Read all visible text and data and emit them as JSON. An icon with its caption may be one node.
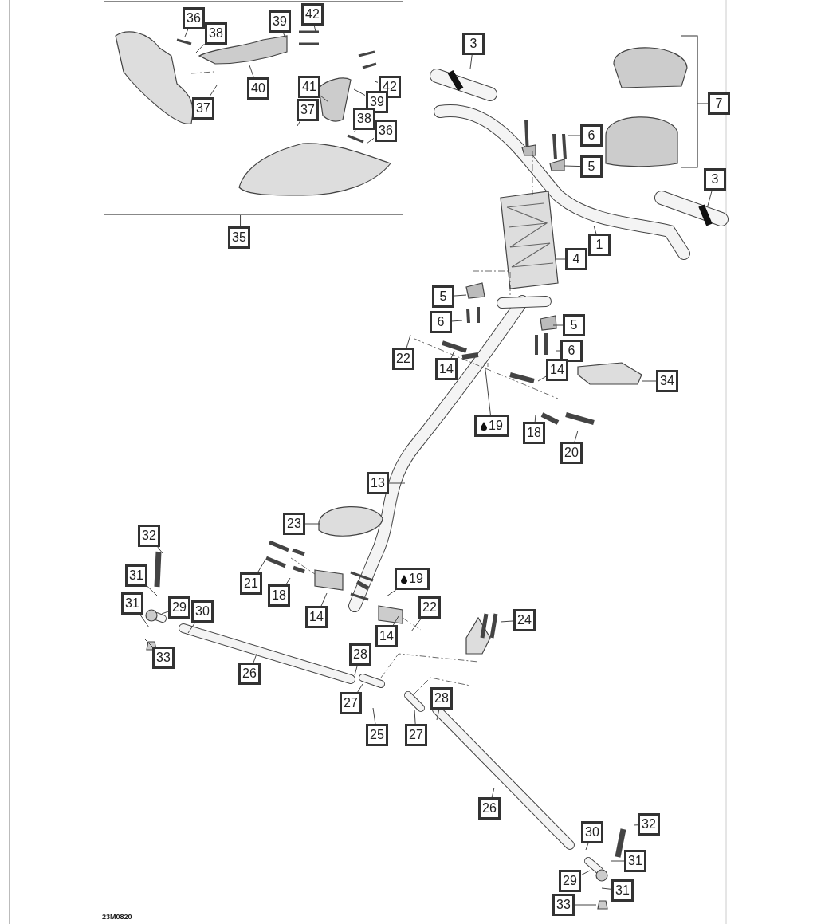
{
  "diagram": {
    "nodes": [
      {
        "text": [],
        "shape": "box"
      },
      {
        "text": [
          "36"
        ],
        "in": 0
      },
      {
        "text": [
          "38"
        ],
        "in": 0
      },
      {
        "text": [
          "39"
        ],
        "in": 0
      },
      {
        "text": [
          "42"
        ],
        "in": 0
      },
      {
        "text": [
          "40"
        ],
        "in": 0
      },
      {
        "text": [
          "37"
        ],
        "in": 0
      },
      {
        "text": [
          "41"
        ],
        "in": 0
      },
      {
        "text": [
          "42"
        ],
        "in": 0
      },
      {
        "text": [
          "39"
        ],
        "in": 0
      },
      {
        "text": [
          "37"
        ],
        "in": 0
      },
      {
        "text": [
          "38"
        ],
        "in": 0
      },
      {
        "text": [
          "36"
        ],
        "in": 0
      },
      {
        "text": [
          "35"
        ]
      },
      {
        "text": [
          "3"
        ]
      },
      {
        "text": [
          "7"
        ]
      },
      {
        "text": [
          "6"
        ]
      },
      {
        "text": [
          "5"
        ]
      },
      {
        "text": [
          "3"
        ]
      },
      {
        "text": [
          "1"
        ]
      },
      {
        "text": [
          "4"
        ]
      },
      {
        "text": [
          "5"
        ]
      },
      {
        "text": [
          "6"
        ]
      },
      {
        "text": [
          "5"
        ]
      },
      {
        "text": [
          "6"
        ]
      },
      {
        "text": [
          "22"
        ]
      },
      {
        "text": [
          "14"
        ]
      },
      {
        "text": [
          "14"
        ]
      },
      {
        "text": [
          "34"
        ]
      },
      {
        "text": [
          "19"
        ]
      },
      {
        "text": [
          "18"
        ]
      },
      {
        "text": [
          "20"
        ]
      },
      {
        "text": [
          "13"
        ]
      },
      {
        "text": [
          "23"
        ]
      },
      {
        "text": [
          "32"
        ]
      },
      {
        "text": [
          "31"
        ]
      },
      {
        "text": [
          "21"
        ]
      },
      {
        "text": [
          "18"
        ]
      },
      {
        "text": [
          "19"
        ]
      },
      {
        "text": [
          "31"
        ]
      },
      {
        "text": [
          "29"
        ]
      },
      {
        "text": [
          "30"
        ]
      },
      {
        "text": [
          "14"
        ]
      },
      {
        "text": [
          "22"
        ]
      },
      {
        "text": [
          "24"
        ]
      },
      {
        "text": [
          "33"
        ]
      },
      {
        "text": [
          "26"
        ]
      },
      {
        "text": [
          "28"
        ]
      },
      {
        "text": [
          "14"
        ]
      },
      {
        "text": [
          "27"
        ]
      },
      {
        "text": [
          "28"
        ]
      },
      {
        "text": [
          "25"
        ]
      },
      {
        "text": [
          "27"
        ]
      },
      {
        "text": [
          "26"
        ]
      },
      {
        "text": [
          "32"
        ]
      },
      {
        "text": [
          "30"
        ]
      },
      {
        "text": [
          "31"
        ]
      },
      {
        "text": [
          "29"
        ]
      },
      {
        "text": [
          "31"
        ]
      },
      {
        "text": [
          "33"
        ]
      }
    ],
    "edges": [
      {
        "from": 1,
        "to": null,
        "arrow": "none"
      },
      {
        "from": 2,
        "to": null,
        "arrow": "none"
      },
      {
        "from": 3,
        "to": null,
        "arrow": "none"
      },
      {
        "from": 4,
        "to": null,
        "arrow": "none"
      },
      {
        "from": 5,
        "to": null,
        "arrow": "none"
      },
      {
        "from": 6,
        "to": null,
        "arrow": "none"
      },
      {
        "from": 7,
        "to": null,
        "arrow": "none"
      },
      {
        "from": 8,
        "to": null,
        "arrow": "none"
      },
      {
        "from": 9,
        "to": null,
        "arrow": "none"
      },
      {
        "from": 10,
        "to": null,
        "arrow": "none"
      },
      {
        "from": 11,
        "to": null,
        "arrow": "none"
      },
      {
        "from": 12,
        "to": null,
        "arrow": "none"
      },
      {
        "from": 13,
        "to": 0,
        "arrow": "none"
      },
      {
        "from": 14,
        "to": null,
        "arrow": "none"
      },
      {
        "from": 16,
        "to": null,
        "arrow": "none"
      },
      {
        "from": 17,
        "to": null,
        "arrow": "none"
      },
      {
        "from": 18,
        "to": null,
        "arrow": "none"
      },
      {
        "from": 19,
        "to": null,
        "arrow": "none"
      },
      {
        "from": 20,
        "to": null,
        "arrow": "none"
      },
      {
        "from": 21,
        "to": null,
        "arrow": "none"
      },
      {
        "from": 22,
        "to": null,
        "arrow": "none"
      },
      {
        "from": 23,
        "to": null,
        "arrow": "none"
      },
      {
        "from": 24,
        "to": null,
        "arrow": "none"
      },
      {
        "from": 25,
        "to": null,
        "arrow": "none"
      },
      {
        "from": 26,
        "to": null,
        "arrow": "none"
      },
      {
        "from": 27,
        "to": null,
        "arrow": "none"
      },
      {
        "from": 28,
        "to": null,
        "arrow": "none"
      },
      {
        "from": 29,
        "to": null,
        "arrow": "none"
      },
      {
        "from": 30,
        "to": null,
        "arrow": "none"
      },
      {
        "from": 31,
        "to": null,
        "arrow": "none"
      },
      {
        "from": 32,
        "to": null,
        "arrow": "none"
      },
      {
        "from": 33,
        "to": null,
        "arrow": "none"
      },
      {
        "from": 34,
        "to": null,
        "arrow": "none"
      },
      {
        "from": 35,
        "to": null,
        "arrow": "none"
      },
      {
        "from": 36,
        "to": null,
        "arrow": "none"
      },
      {
        "from": 37,
        "to": null,
        "arrow": "none"
      },
      {
        "from": 38,
        "to": null,
        "arrow": "none"
      },
      {
        "from": 39,
        "to": null,
        "arrow": "none"
      },
      {
        "from": 40,
        "to": null,
        "arrow": "none"
      },
      {
        "from": 41,
        "to": null,
        "arrow": "none"
      },
      {
        "from": 42,
        "to": null,
        "arrow": "none"
      },
      {
        "from": 43,
        "to": null,
        "arrow": "none"
      },
      {
        "from": 44,
        "to": null,
        "arrow": "none"
      },
      {
        "from": 45,
        "to": null,
        "arrow": "none"
      },
      {
        "from": 46,
        "to": null,
        "arrow": "none"
      },
      {
        "from": 47,
        "to": null,
        "arrow": "none"
      },
      {
        "from": 48,
        "to": null,
        "arrow": "none"
      },
      {
        "from": 49,
        "to": null,
        "arrow": "none"
      },
      {
        "from": 50,
        "to": null,
        "arrow": "none"
      },
      {
        "from": 51,
        "to": null,
        "arrow": "none"
      },
      {
        "from": 52,
        "to": null,
        "arrow": "none"
      },
      {
        "from": 53,
        "to": null,
        "arrow": "none"
      },
      {
        "from": 54,
        "to": null,
        "arrow": "none"
      },
      {
        "from": 55,
        "to": null,
        "arrow": "none"
      },
      {
        "from": 56,
        "to": null,
        "arrow": "none"
      },
      {
        "from": 57,
        "to": null,
        "arrow": "none"
      },
      {
        "from": 58,
        "to": null,
        "arrow": "none"
      },
      {
        "from": 59,
        "to": null,
        "arrow": "none"
      }
    ],
    "labels": [
      "23M0820"
    ]
  }
}
